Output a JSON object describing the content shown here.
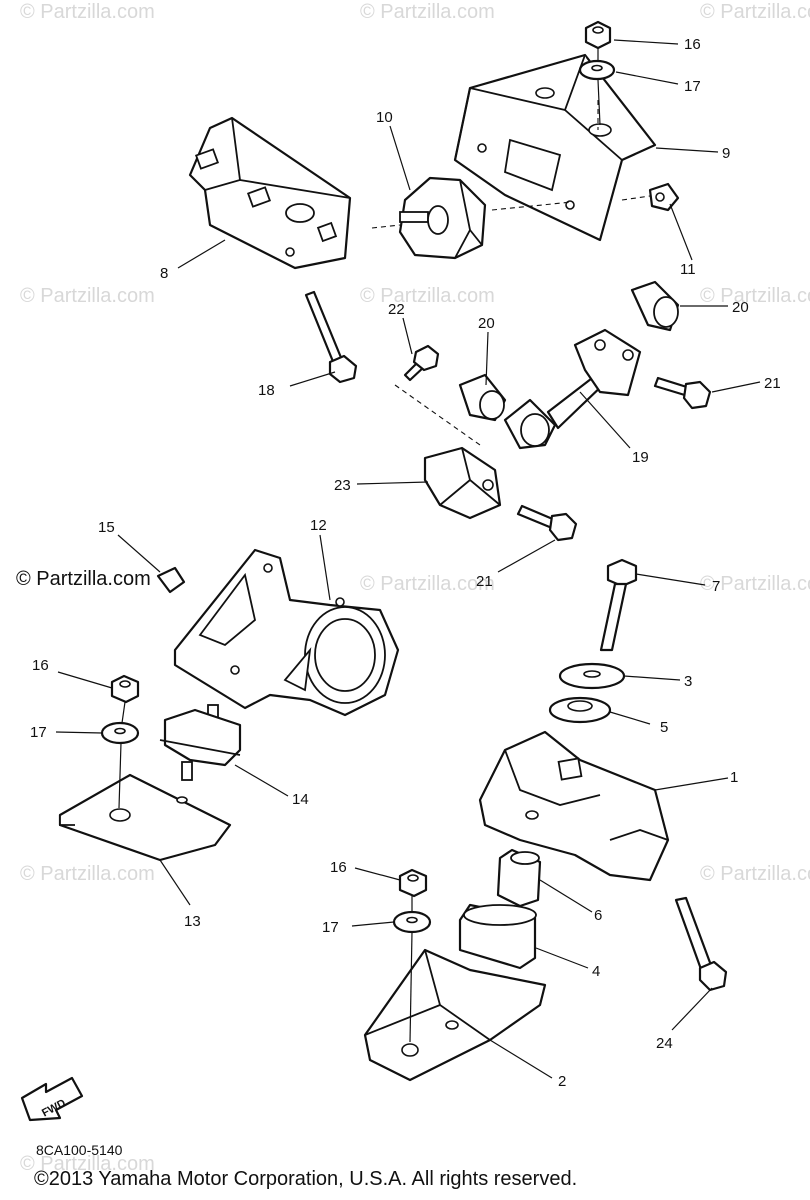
{
  "watermark_text": "© Partzilla.com",
  "partzilla_mark": "© Partzilla.com",
  "diagram_code": "8CA100-5140",
  "copyright": "©2013 Yamaha Motor Corporation, U.S.A. All rights reserved.",
  "fwd_label": "FWD",
  "callouts": {
    "c1": "1",
    "c2": "2",
    "c3": "3",
    "c4": "4",
    "c5": "5",
    "c6": "6",
    "c7": "7",
    "c8": "8",
    "c9": "9",
    "c10": "10",
    "c11": "11",
    "c12": "12",
    "c13": "13",
    "c14": "14",
    "c15": "15",
    "c16a": "16",
    "c16b": "16",
    "c16c": "16",
    "c17a": "17",
    "c17b": "17",
    "c17c": "17",
    "c18": "18",
    "c19": "19",
    "c20a": "20",
    "c20b": "20",
    "c21a": "21",
    "c21b": "21",
    "c22": "22",
    "c23": "23",
    "c24": "24"
  }
}
